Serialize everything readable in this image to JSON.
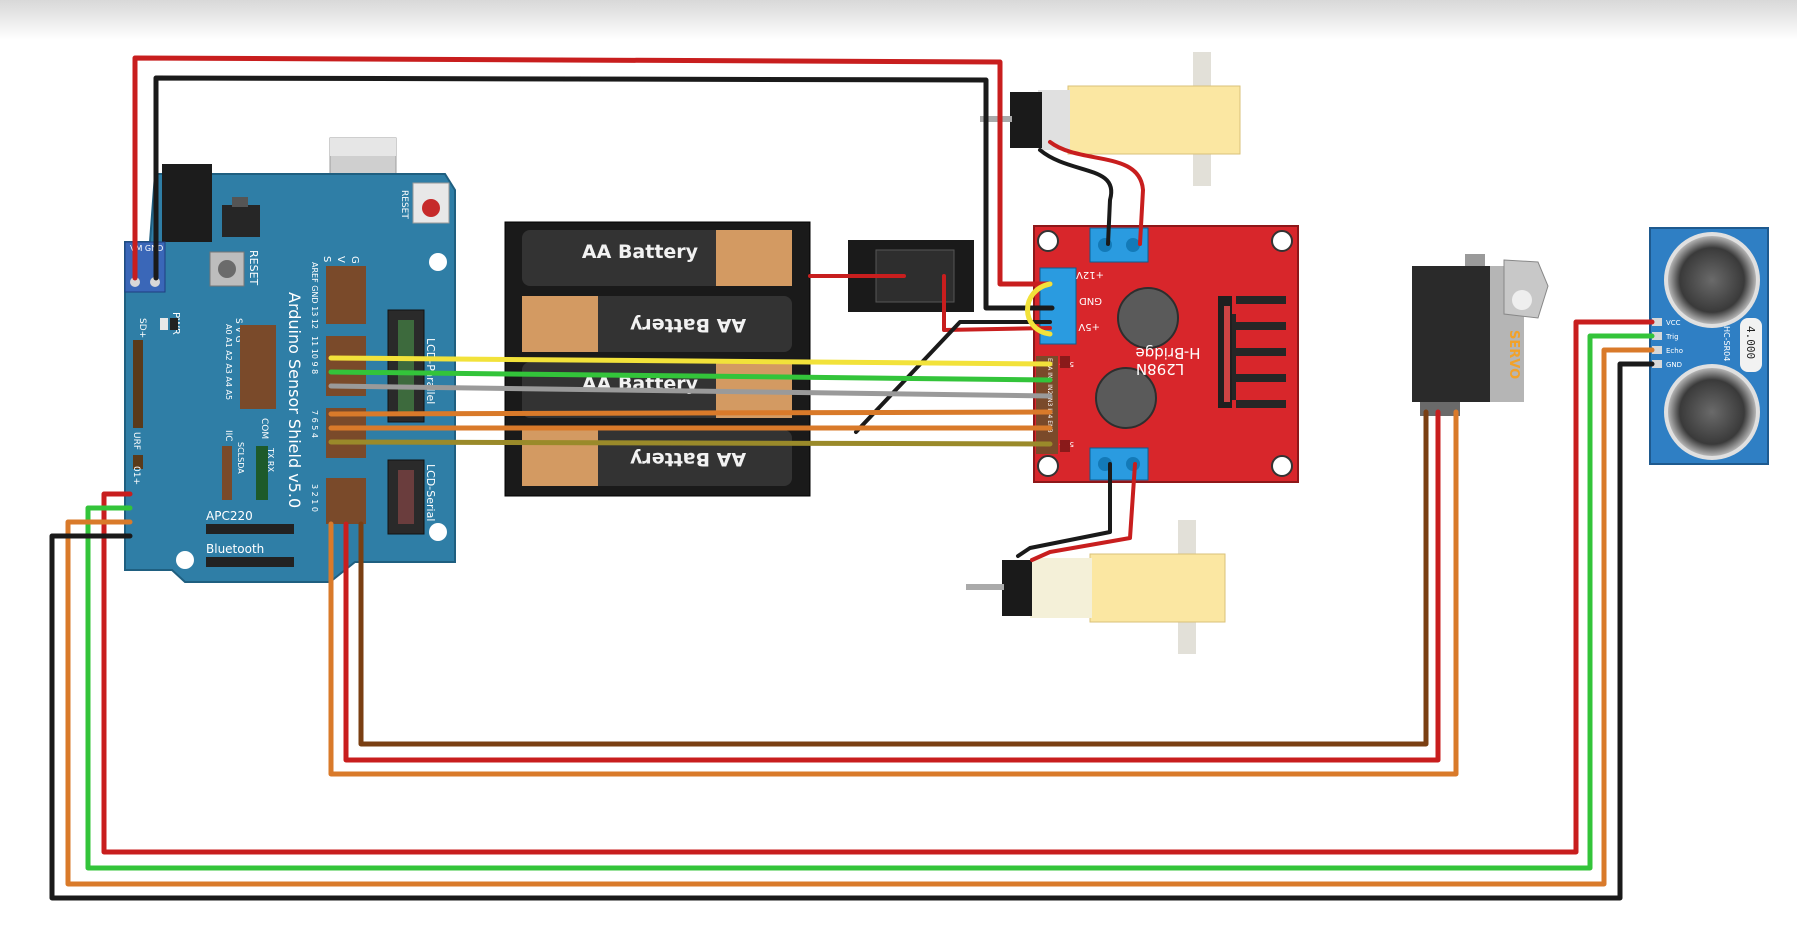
{
  "diagram": {
    "arduino": {
      "title": "Arduino Sensor Shield v5.0",
      "reset_top": "RESET",
      "reset_side": "RESET",
      "pwr": "PWR",
      "aref": "AREF GND 13 12",
      "pins_11_8": "11 10 9 8",
      "pins_7_4": "7 6 5 4",
      "pins_3_0": "3 2 1 0",
      "analog_pins": "A0 A1 A2 A3 A4 A5",
      "svg_top": "S V G",
      "svg_a": "S",
      "svg_b": "V",
      "svg_c": "G",
      "lcd_parallel": "LCD-Parallel",
      "lcd_serial": "LCD-Serial",
      "apc220": "APC220",
      "bluetooth": "Bluetooth",
      "urf": "URF",
      "sd": "SD+",
      "iic": "IIC",
      "com": "COM",
      "sclsda": "SCLSDA",
      "txrx": "TX RX",
      "o1": "01+",
      "vmgnd": "VM GND"
    },
    "battery": {
      "cell1": "AA Battery",
      "cell2": "AA Battery",
      "cell3": "AA Battery",
      "cell4": "AA Battery"
    },
    "hbridge": {
      "chip": "L298N",
      "name": "H-Bridge",
      "pin_12v": "+12V",
      "pin_gnd": "GND",
      "pin_5v": "+5V",
      "pin_5v_a": "5V+",
      "pin_5v_b": "5V+",
      "inputs": "ENA IN1 IN2 IN3 IN4 ENB"
    },
    "servo": {
      "label": "SERVO"
    },
    "sonar": {
      "model": "HC-SR04",
      "freq": "4.000",
      "pins": [
        "VCC",
        "Trig",
        "Echo",
        "GND"
      ]
    }
  },
  "colors": {
    "board_blue": "#2f7ea6",
    "hbridge_red": "#d8262b",
    "wire_red": "#c81e1e",
    "wire_black": "#1a1a1a",
    "wire_yellow": "#f2e23a",
    "wire_green": "#33c43a",
    "wire_gray": "#9a9a9a",
    "wire_orange": "#d97a2a",
    "wire_brown": "#7a3f12",
    "wire_olive": "#9a8a2a",
    "motor_body": "#fbe7a2",
    "sonar_blue": "#2f7fc4"
  }
}
